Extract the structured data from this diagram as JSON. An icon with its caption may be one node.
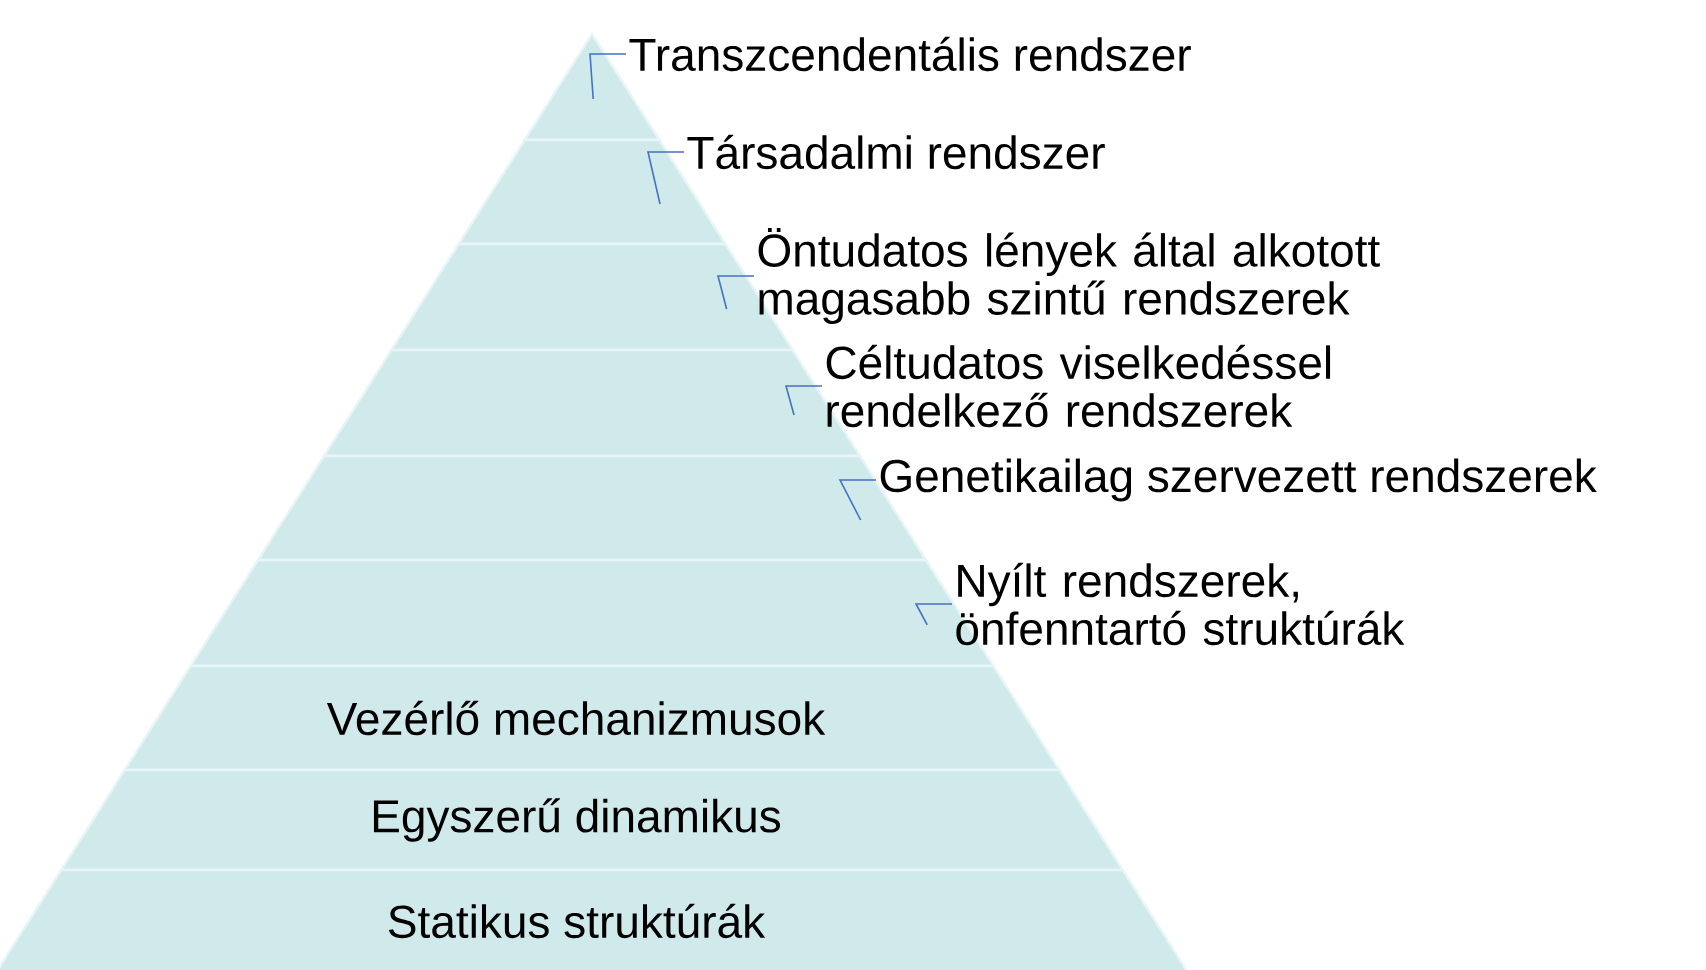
{
  "diagram": {
    "nodes": [
      {
        "text": [
          "Transzcendentális rendszer"
        ]
      },
      {
        "text": [
          "Társadalmi rendszer"
        ]
      },
      {
        "text": [
          "Öntudatos lények által alkotott magasabb szintű rendszerek"
        ]
      },
      {
        "text": [
          "Céltudatos viselkedéssel rendelkező rendszerek"
        ]
      },
      {
        "text": [
          "Genetikailag szervezett rendszerek"
        ]
      },
      {
        "text": [
          "Nyílt rendszerek, önfenntartó struktúrák"
        ]
      },
      {
        "text": [],
        "shape": "band"
      },
      {
        "text": [],
        "shape": "band"
      },
      {
        "text": [],
        "shape": "band"
      },
      {
        "text": [],
        "shape": "band"
      },
      {
        "text": [],
        "shape": "band"
      },
      {
        "text": [],
        "shape": "band"
      },
      {
        "text": [
          "Vezérlő mechanizmusok"
        ]
      },
      {
        "text": [
          "Egyszerű dinamikus"
        ]
      },
      {
        "text": [
          "Statikus struktúrák"
        ]
      }
    ],
    "edges": [
      {
        "from": 0,
        "to": 6,
        "arrow": "none"
      },
      {
        "from": 1,
        "to": 7,
        "arrow": "none"
      },
      {
        "from": 2,
        "to": 8,
        "arrow": "none"
      },
      {
        "from": 3,
        "to": 9,
        "arrow": "none"
      },
      {
        "from": 4,
        "to": 10,
        "arrow": "none"
      },
      {
        "from": 5,
        "to": 11,
        "arrow": "none"
      }
    ]
  }
}
